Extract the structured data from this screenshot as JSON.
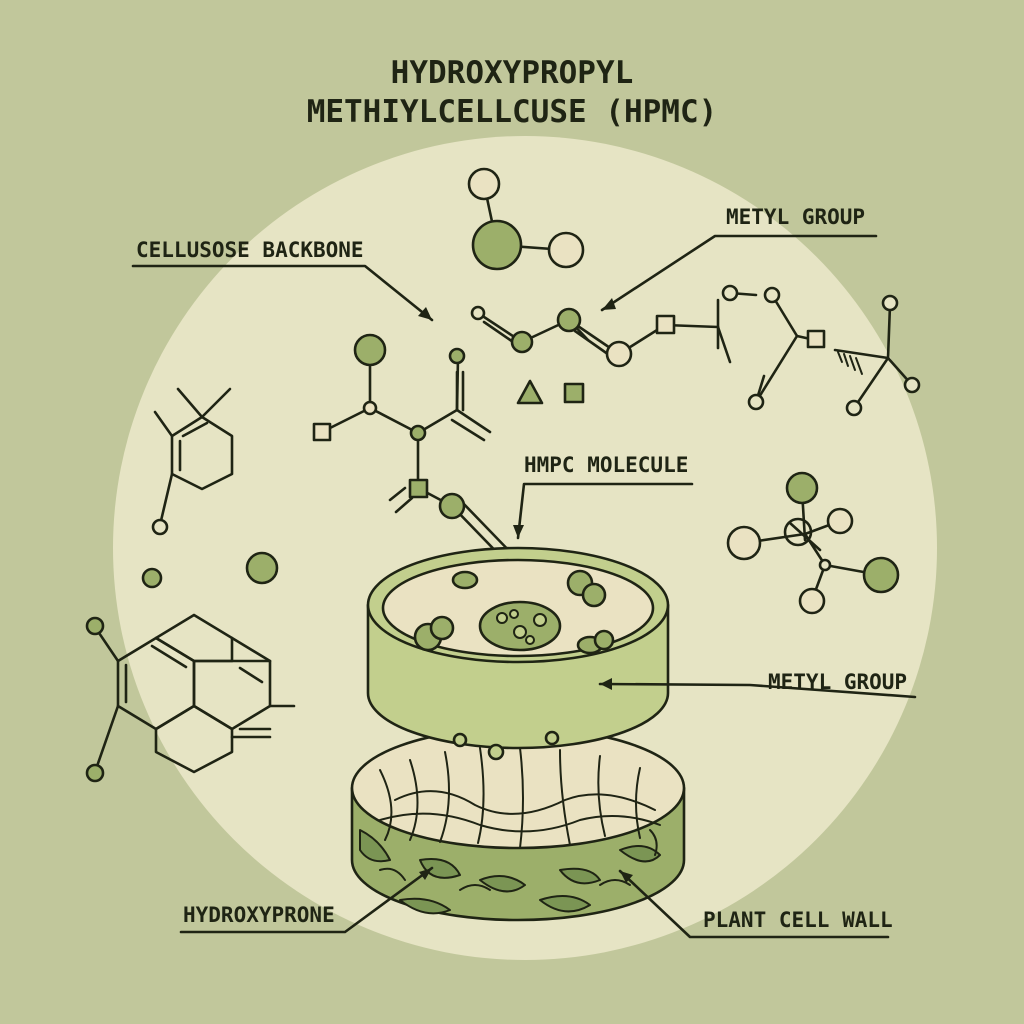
{
  "title": {
    "line1": "HYDROXYPROPYL",
    "line2": "METHIYLCELLCUSE (HPMC)"
  },
  "labels": {
    "cellulose_backbone": "CELLUSOSE BACKBONE",
    "metyl_group_top": "METYL GROUP",
    "hmpc_molecule": "HMPC MOLECULE",
    "metyl_group_mid": "METYL GROUP",
    "hydroxyprone": "HYDROXYPRONE",
    "plant_cell_wall": "PLANT CELL WALL"
  },
  "colors": {
    "background": "#c1c79b",
    "circle": "#e6e4c4",
    "ink": "#1f2414",
    "green": "#9caf6a",
    "light_green": "#c2cf8d",
    "dark_green": "#7b9554",
    "cream": "#eae2c2"
  }
}
